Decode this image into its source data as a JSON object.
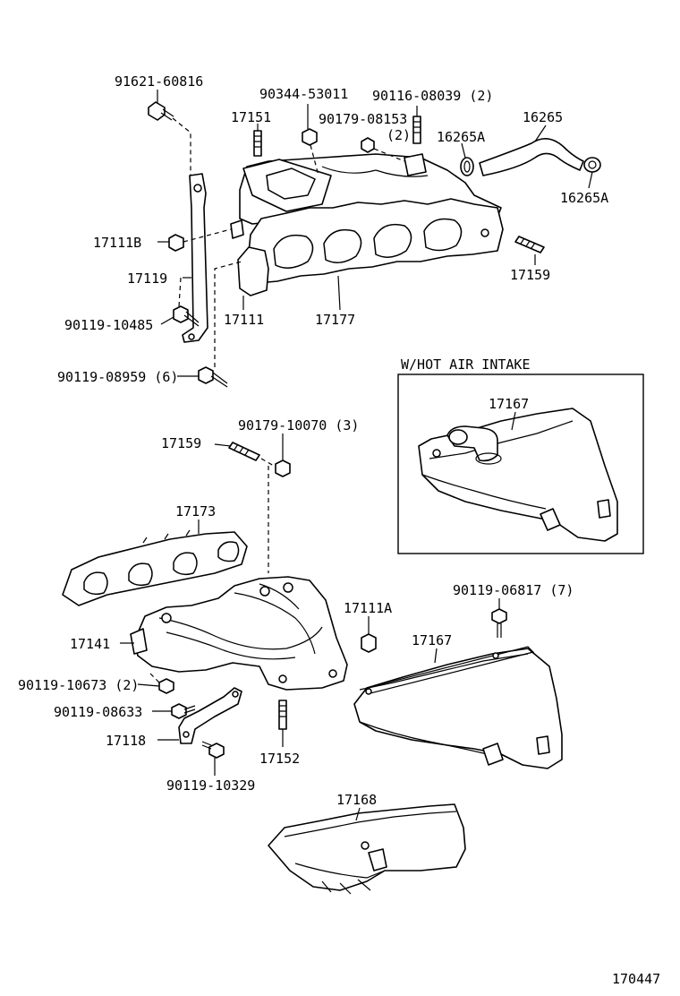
{
  "labels": {
    "p91621_60816": "91621-60816",
    "p90344_53011": "90344-53011",
    "p90116_08039": "90116-08039 (2)",
    "p17151": "17151",
    "p90179_08153": "90179-08153",
    "p90179_08153_qty": "(2)",
    "p16265": "16265",
    "p16265A_top": "16265A",
    "p16265A_bottom": "16265A",
    "p17111B": "17111B",
    "p17119": "17119",
    "p17159_top": "17159",
    "p90119_10485": "90119-10485",
    "p17111": "17111",
    "p17177": "17177",
    "p90119_08959": "90119-08959 (6)",
    "hot_air_title": "W/HOT AIR INTAKE",
    "p17167_inset": "17167",
    "p90179_10070": "90179-10070 (3)",
    "p17159_mid": "17159",
    "p17173": "17173",
    "p90119_06817": "90119-06817 (7)",
    "p17111A": "17111A",
    "p17167": "17167",
    "p17141": "17141",
    "p90119_10673": "90119-10673 (2)",
    "p90119_08633": "90119-08633",
    "p17118": "17118",
    "p17152": "17152",
    "p90119_10329": "90119-10329",
    "p17168": "17168",
    "figure_number": "170447"
  }
}
